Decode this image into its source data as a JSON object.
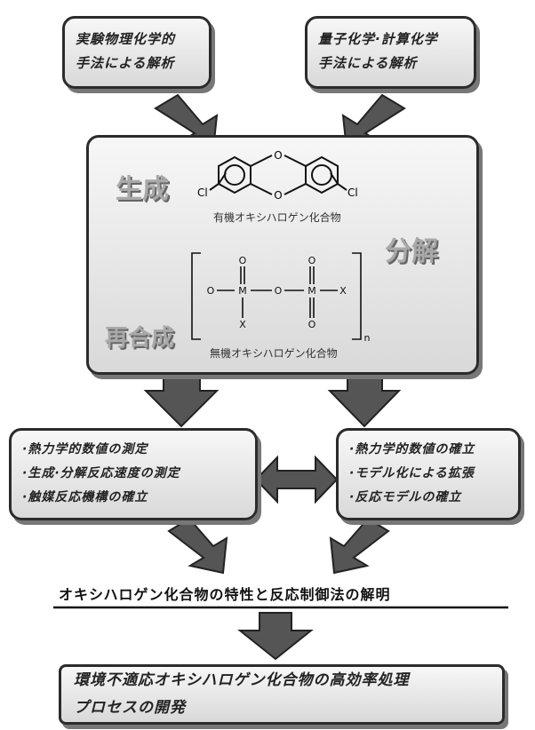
{
  "top_left": [
    "実験物理化学的",
    "手法による解析"
  ],
  "top_right": [
    "量子化学·計算化学",
    "手法による解析"
  ],
  "center": {
    "label_formation": "生成",
    "label_decomposition": "分解",
    "label_resynthesis": "再合成",
    "organic_caption": "有機オキシハロゲン化合物",
    "inorganic_caption": "無機オキシハロゲン化合物",
    "organic_atoms": {
      "o_top": "O",
      "o_mid": "O",
      "cl_left": "Cl",
      "cl_right": "Cl"
    },
    "inorganic_atoms": {
      "o_left": "O",
      "o_top1": "O",
      "o_top2": "O",
      "m1": "M",
      "m2": "M",
      "o_bridge": "O",
      "x_right": "X",
      "x_bottom": "X",
      "o_bottom": "O",
      "n": "n"
    }
  },
  "mid_left": [
    "·熱力学的数値の測定",
    "·生成·分解反応速度の測定",
    "·触媒反応機構の確立"
  ],
  "mid_right": [
    "·熱力学的数値の確立",
    "·モデル化による拡張",
    "·反応モデルの確立"
  ],
  "conclusion": "オキシハロゲン化合物の特性と反応制御法の解明",
  "bottom": [
    "環境不適応オキシハロゲン化合物の高効率処理",
    "プロセスの開発"
  ],
  "colors": {
    "arrow": "#555555",
    "border": "#2b2b2b",
    "box_fill": "#e8e8e8"
  }
}
